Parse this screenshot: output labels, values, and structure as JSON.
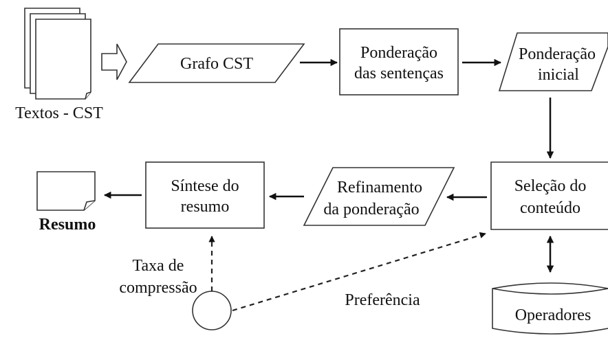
{
  "nodes": {
    "textos_cst": "Textos - CST",
    "grafo_cst": "Grafo CST",
    "ponderacao_sentencas": [
      "Ponderação",
      "das sentenças"
    ],
    "ponderacao_inicial": [
      "Ponderação",
      "inicial"
    ],
    "selecao_conteudo": [
      "Seleção do",
      "conteúdo"
    ],
    "refinamento": [
      "Refinamento",
      "da ponderação"
    ],
    "sintese": [
      "Síntese do",
      "resumo"
    ],
    "resumo": "Resumo",
    "taxa": [
      "Taxa de",
      "compressão"
    ],
    "preferencia": "Preferência",
    "operadores": "Operadores"
  }
}
